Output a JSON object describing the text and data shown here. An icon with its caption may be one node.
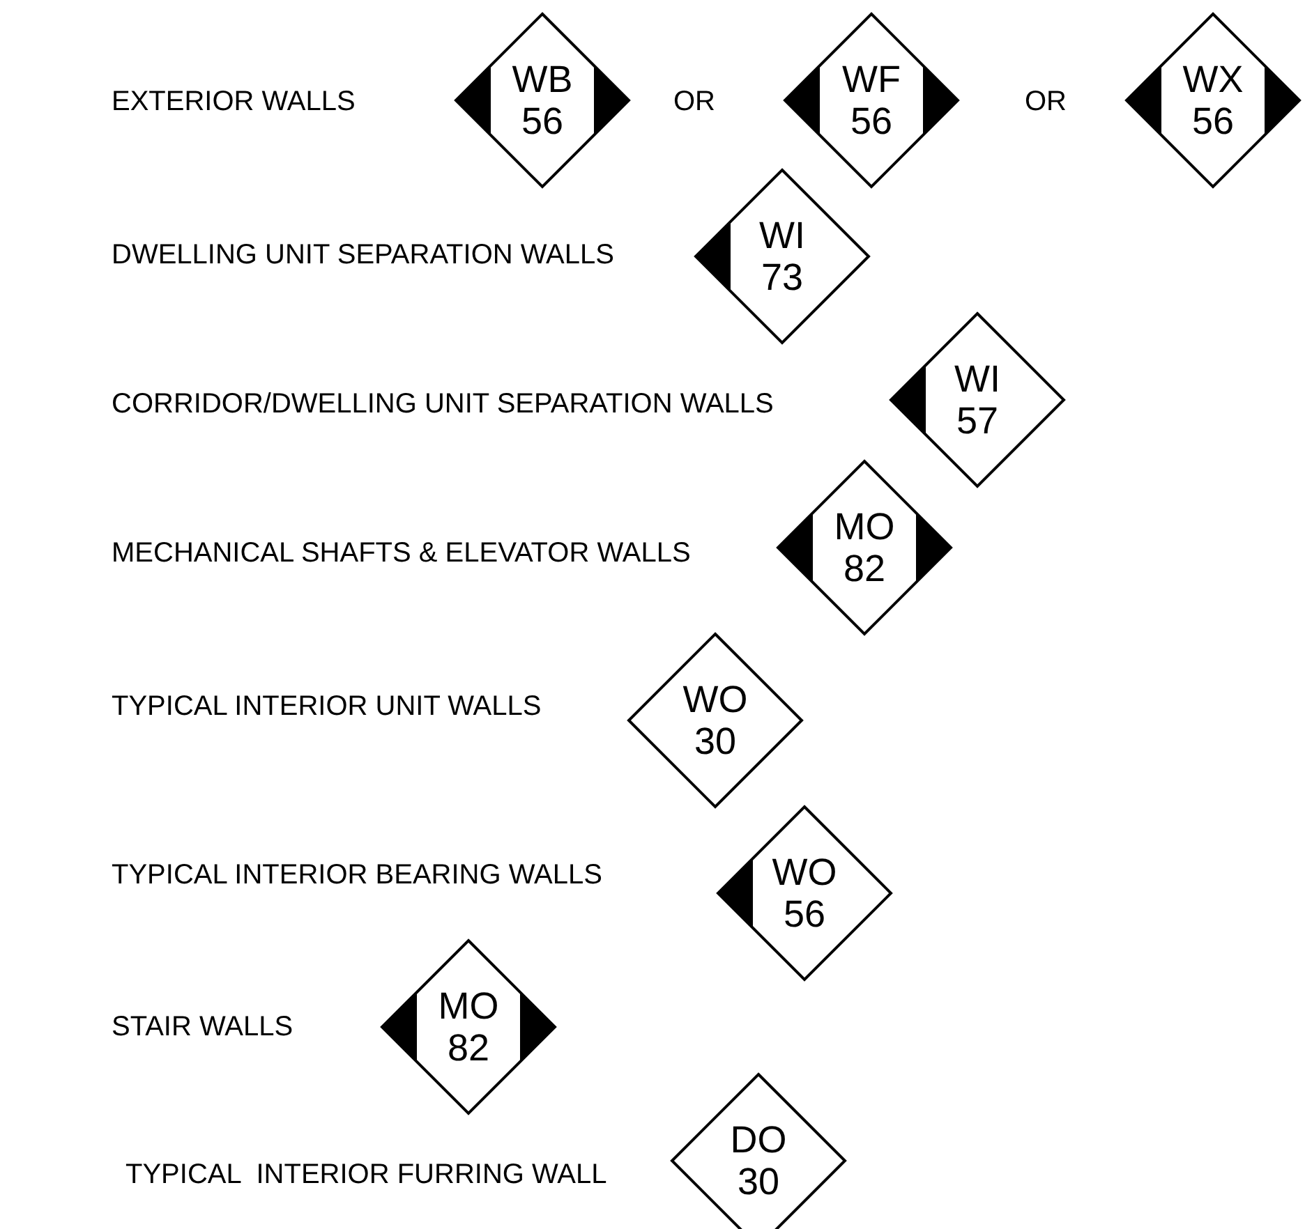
{
  "diagram": {
    "nodes": [
      {
        "text": [
          "WB",
          "56"
        ]
      },
      {
        "text": [
          "WF",
          "56"
        ]
      },
      {
        "text": [
          "WX",
          "56"
        ]
      },
      {
        "text": [
          "WI",
          "73"
        ]
      },
      {
        "text": [
          "WI",
          "57"
        ]
      },
      {
        "text": [
          "MO",
          "82"
        ]
      },
      {
        "text": [
          "WO",
          "30"
        ]
      },
      {
        "text": [
          "WO",
          "56"
        ]
      },
      {
        "text": [
          "MO",
          "82"
        ]
      },
      {
        "text": [
          "DO",
          "30"
        ]
      }
    ],
    "labels": [
      "EXTERIOR WALLS",
      "OR",
      "OR",
      "DWELLING UNIT SEPARATION WALLS",
      "CORRIDOR/DWELLING UNIT SEPARATION WALLS",
      "MECHANICAL SHAFTS & ELEVATOR WALLS",
      "TYPICAL INTERIOR UNIT WALLS",
      "TYPICAL INTERIOR BEARING WALLS",
      "STAIR WALLS",
      "TYPICAL  INTERIOR FURRING WALL"
    ]
  }
}
